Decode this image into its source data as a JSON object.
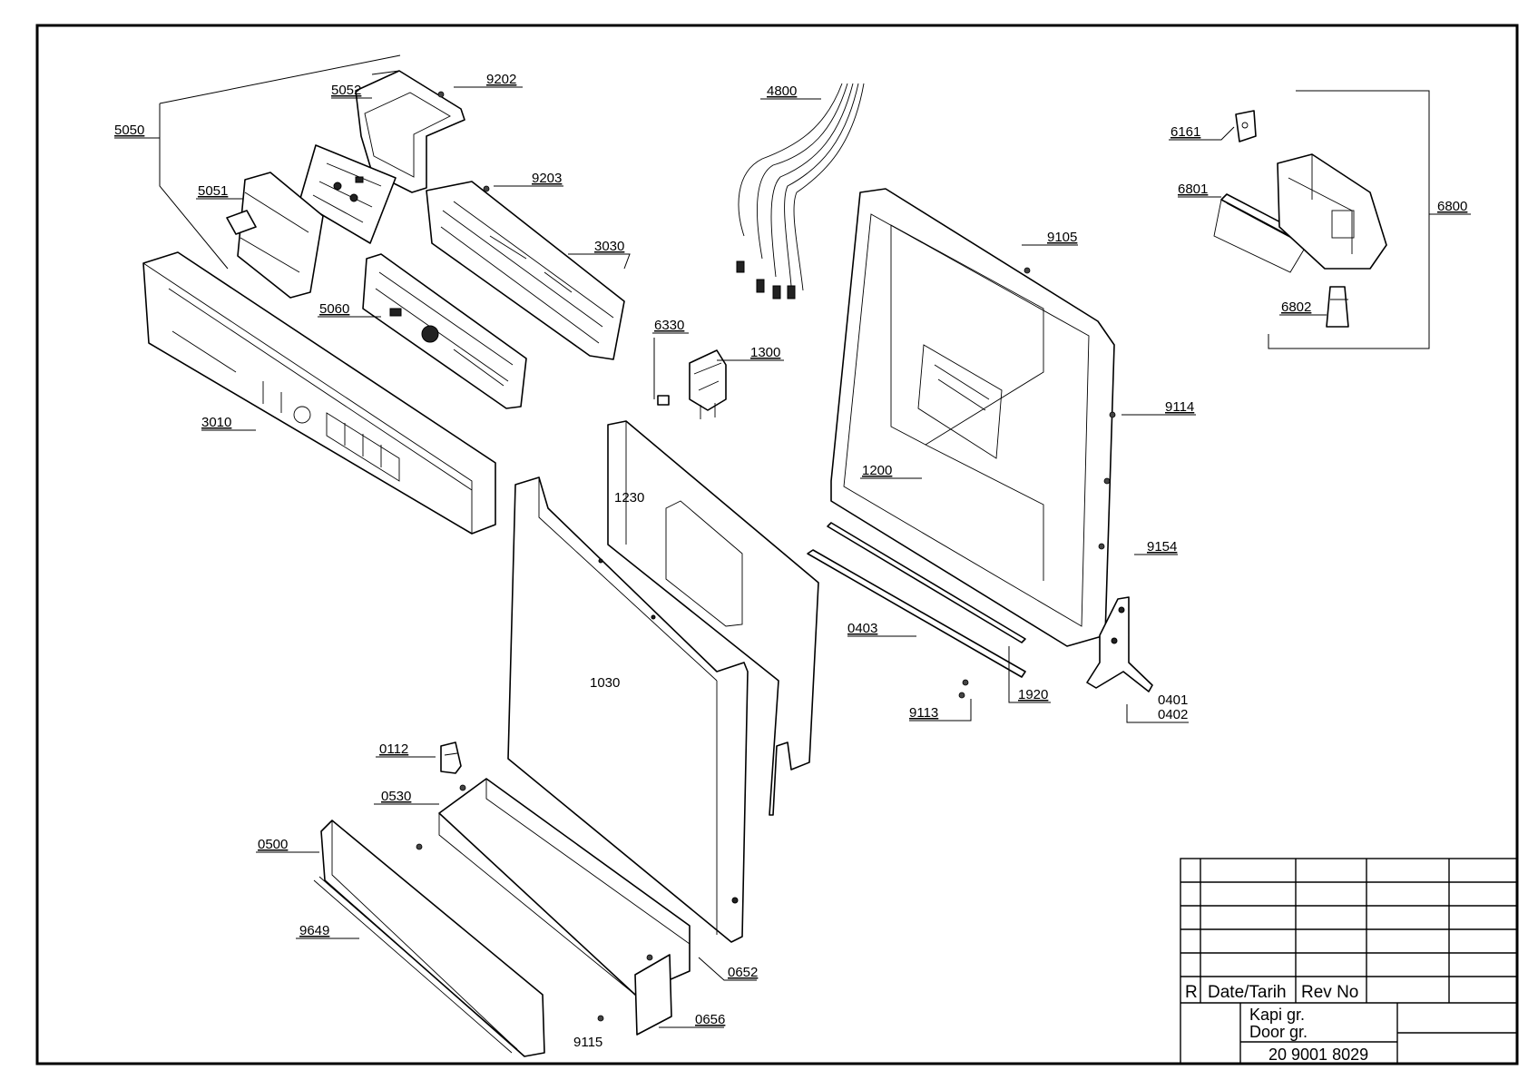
{
  "drawing": {
    "part_labels": [
      {
        "id": "5050",
        "text": "5050"
      },
      {
        "id": "5052",
        "text": "5052"
      },
      {
        "id": "9202",
        "text": "9202"
      },
      {
        "id": "9203",
        "text": "9203"
      },
      {
        "id": "5051",
        "text": "5051"
      },
      {
        "id": "3030",
        "text": "3030"
      },
      {
        "id": "5060",
        "text": "5060"
      },
      {
        "id": "3010",
        "text": "3010"
      },
      {
        "id": "4800",
        "text": "4800"
      },
      {
        "id": "6330",
        "text": "6330"
      },
      {
        "id": "1300",
        "text": "1300"
      },
      {
        "id": "1230",
        "text": "1230"
      },
      {
        "id": "1030",
        "text": "1030"
      },
      {
        "id": "9105",
        "text": "9105"
      },
      {
        "id": "1200",
        "text": "1200"
      },
      {
        "id": "9114",
        "text": "9114"
      },
      {
        "id": "9154",
        "text": "9154"
      },
      {
        "id": "0403",
        "text": "0403"
      },
      {
        "id": "1920",
        "text": "1920"
      },
      {
        "id": "9113",
        "text": "9113"
      },
      {
        "id": "0401",
        "text": "0401"
      },
      {
        "id": "0402",
        "text": "0402"
      },
      {
        "id": "6161",
        "text": "6161"
      },
      {
        "id": "6801",
        "text": "6801"
      },
      {
        "id": "6800",
        "text": "6800"
      },
      {
        "id": "6802",
        "text": "6802"
      },
      {
        "id": "0112",
        "text": "0112"
      },
      {
        "id": "0530",
        "text": "0530"
      },
      {
        "id": "0500",
        "text": "0500"
      },
      {
        "id": "9649",
        "text": "9649"
      },
      {
        "id": "0652",
        "text": "0652"
      },
      {
        "id": "0656",
        "text": "0656"
      },
      {
        "id": "9115",
        "text": "9115"
      }
    ]
  },
  "title_block": {
    "rev_marker": "R",
    "date_header": "Date/Tarih",
    "rev_header": "Rev No",
    "name_line_1": "Kapi gr.",
    "name_line_2": "Door gr.",
    "drawing_number": "20 9001 8029"
  }
}
